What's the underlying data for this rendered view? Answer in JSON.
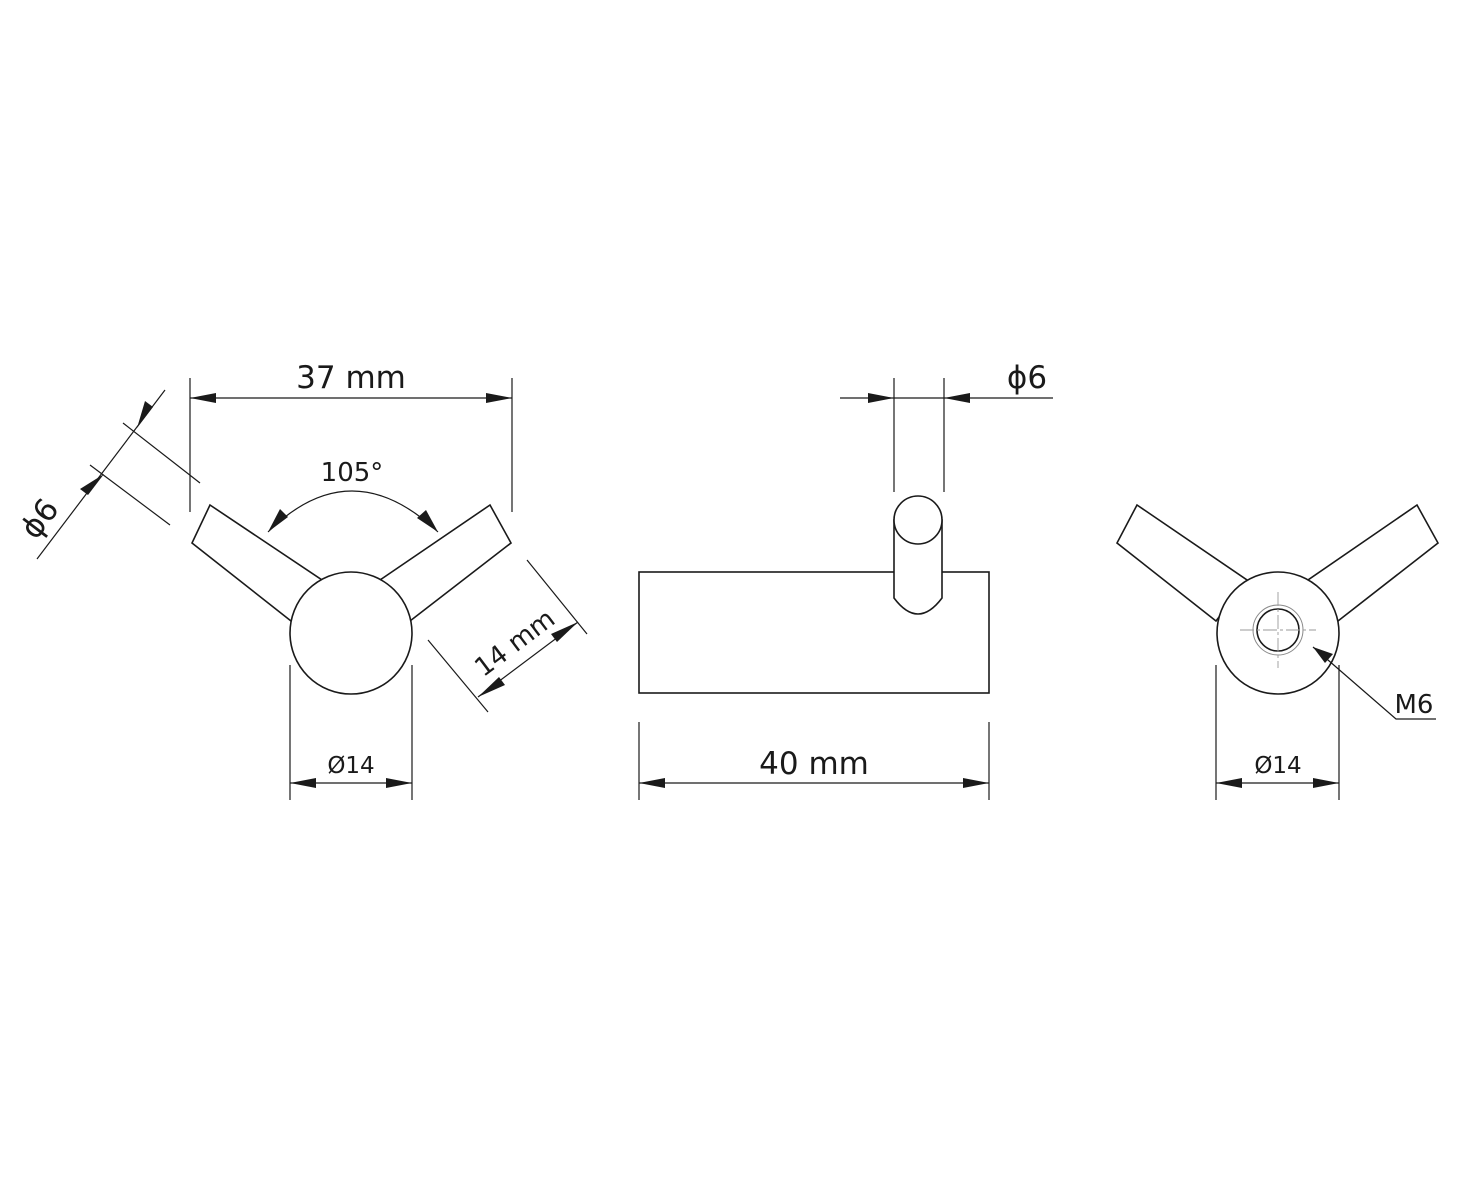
{
  "views": {
    "left": {
      "width_label": "37 mm",
      "angle_label": "105°",
      "rod_diameter_label": "ϕ6",
      "arm_length_label": "14 mm",
      "base_diameter_label": "Ø14"
    },
    "middle": {
      "length_label": "40 mm",
      "pin_diameter_label": "ϕ6"
    },
    "right": {
      "thread_label": "M6",
      "base_diameter_label": "Ø14"
    }
  }
}
